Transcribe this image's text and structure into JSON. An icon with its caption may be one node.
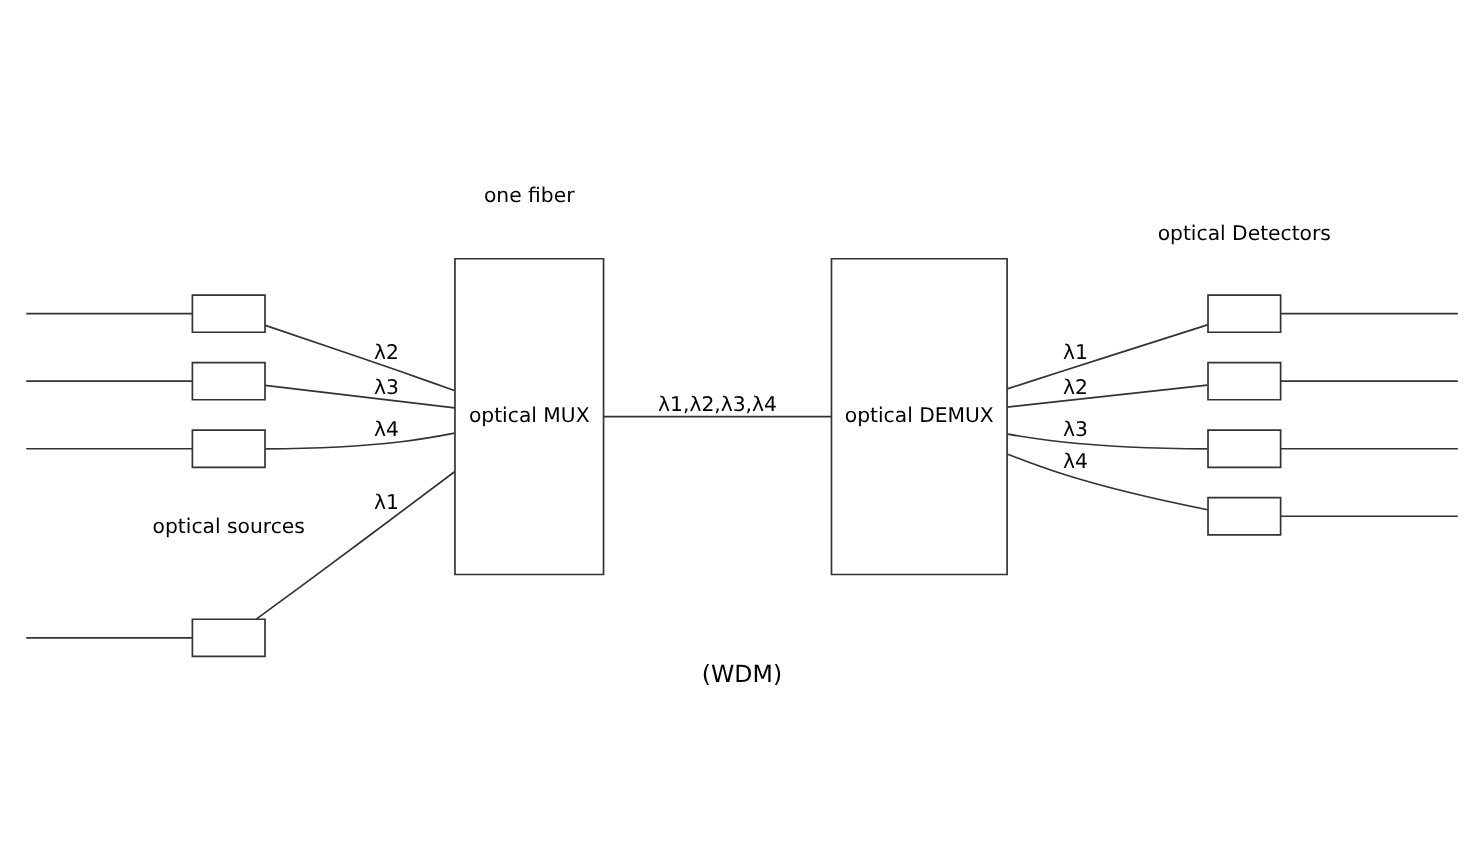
{
  "diagram": {
    "caption": "(WDM)",
    "nodes": [
      {
        "text": [],
        "shape": "box"
      },
      {
        "text": [],
        "shape": "box"
      },
      {
        "text": [],
        "shape": "box"
      },
      {
        "text": [],
        "shape": "box"
      },
      {
        "text": [
          "optical MUX"
        ]
      },
      {
        "text": [
          "optical DEMUX"
        ]
      },
      {
        "text": [],
        "shape": "box"
      },
      {
        "text": [],
        "shape": "box"
      },
      {
        "text": [],
        "shape": "box"
      },
      {
        "text": [],
        "shape": "box"
      }
    ],
    "edges": [
      {
        "from": null,
        "to": 0,
        "arrow": "none"
      },
      {
        "from": null,
        "to": 1,
        "arrow": "none"
      },
      {
        "from": null,
        "to": 2,
        "arrow": "none"
      },
      {
        "from": null,
        "to": 3,
        "arrow": "none"
      },
      {
        "from": 0,
        "to": 4,
        "arrow": "none",
        "label": "λ1"
      },
      {
        "from": 1,
        "to": 4,
        "arrow": "none",
        "label": "λ2"
      },
      {
        "from": 2,
        "to": 4,
        "arrow": "none",
        "label": "λ3"
      },
      {
        "from": 3,
        "to": 4,
        "arrow": "none",
        "label": "λ4"
      },
      {
        "from": 4,
        "to": 5,
        "arrow": "none",
        "label": "λ1,λ2,λ3,λ4"
      },
      {
        "from": 5,
        "to": 6,
        "arrow": "none",
        "label": "λ1"
      },
      {
        "from": 5,
        "to": 7,
        "arrow": "none",
        "label": "λ2"
      },
      {
        "from": 5,
        "to": 8,
        "arrow": "none",
        "label": "λ3"
      },
      {
        "from": 5,
        "to": 9,
        "arrow": "none",
        "label": "λ4"
      },
      {
        "from": 6,
        "to": null,
        "arrow": "none"
      },
      {
        "from": 7,
        "to": null,
        "arrow": "none"
      },
      {
        "from": 8,
        "to": null,
        "arrow": "none"
      },
      {
        "from": 9,
        "to": null,
        "arrow": "none"
      }
    ],
    "labels": [
      "optical sources",
      "optical Detectors",
      "one fiber"
    ]
  }
}
